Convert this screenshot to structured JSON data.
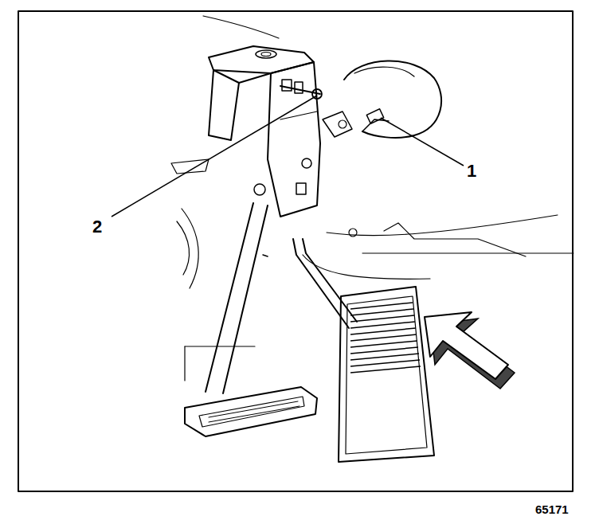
{
  "diagram": {
    "labels": [
      "1",
      "2",
      "65171"
    ]
  }
}
